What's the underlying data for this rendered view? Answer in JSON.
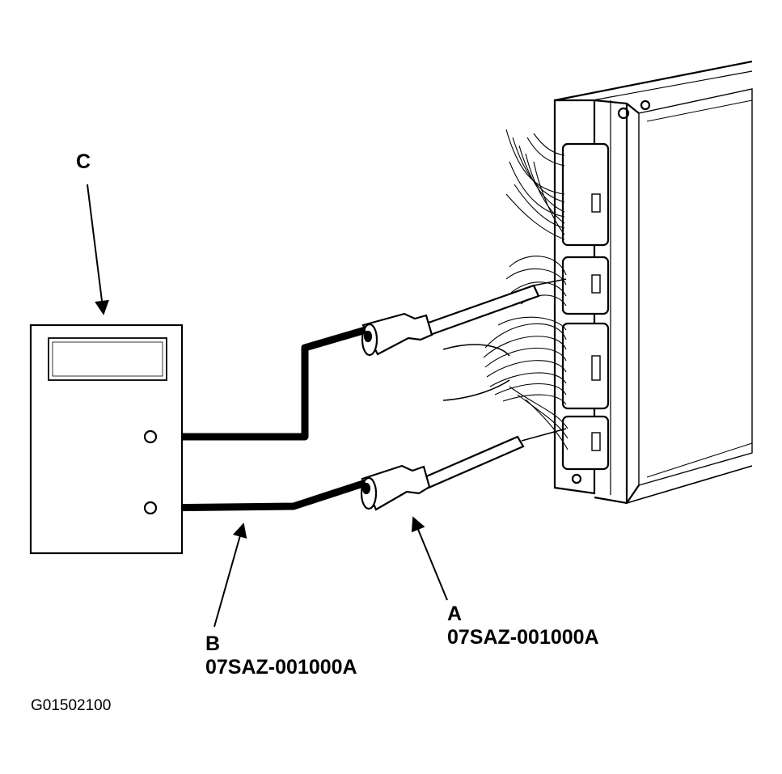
{
  "callouts": {
    "c": {
      "letter": "C"
    },
    "a": {
      "letter": "A",
      "part_number": "07SAZ-001000A"
    },
    "b": {
      "letter": "B",
      "part_number": "07SAZ-001000A"
    }
  },
  "figure_code": "G01502100",
  "colors": {
    "ink": "#000000",
    "paper": "#ffffff"
  }
}
